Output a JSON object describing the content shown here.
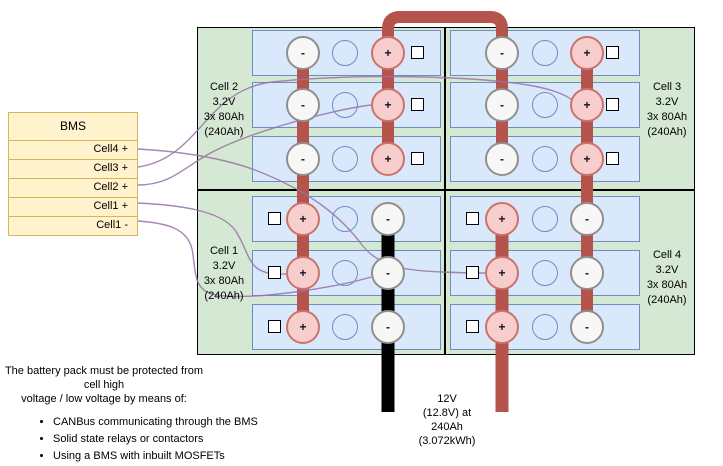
{
  "bms": {
    "title": "BMS",
    "rows": [
      {
        "label": "Cell4 +"
      },
      {
        "label": "Cell3 +"
      },
      {
        "label": "Cell2 +"
      },
      {
        "label": "Cell1 +"
      },
      {
        "label": "Cell1 -"
      }
    ]
  },
  "pack": {
    "terminal_plus": "+",
    "terminal_minus": "-",
    "cells": {
      "cell1": {
        "name": "Cell 1",
        "voltage": "3.2V",
        "config": "3x 80Ah",
        "capacity": "(240Ah)"
      },
      "cell2": {
        "name": "Cell 2",
        "voltage": "3.2V",
        "config": "3x 80Ah",
        "capacity": "(240Ah)"
      },
      "cell3": {
        "name": "Cell 3",
        "voltage": "3.2V",
        "config": "3x 80Ah",
        "capacity": "(240Ah)"
      },
      "cell4": {
        "name": "Cell 4",
        "voltage": "3.2V",
        "config": "3x 80Ah",
        "capacity": "(240Ah)"
      }
    }
  },
  "output": {
    "lines": [
      "12V",
      "(12.8V) at",
      "240Ah",
      "(3.072kWh)"
    ]
  },
  "note": {
    "heading": [
      "The battery pack must be protected from cell high",
      "voltage / low voltage by means of:"
    ],
    "bullets": [
      "CANBus communicating through the BMS",
      "Solid state relays or contactors",
      "Using a BMS with inbuilt MOSFETs"
    ]
  },
  "colors": {
    "pack_green": "#d5e8d4",
    "battery_blue": "#dae8fc",
    "battery_border": "#6c8ebf",
    "terminal_pink": "#f8cecc",
    "terminal_pink_border": "#c9736c",
    "terminal_white": "#f7f7f5",
    "terminal_white_border": "#8f8f8f",
    "busbar_red": "#b5534d",
    "busbar_black": "#000000",
    "wire_purple": "#9673a6",
    "bms_yellow": "#fff2cc",
    "bms_border": "#d6b656"
  }
}
